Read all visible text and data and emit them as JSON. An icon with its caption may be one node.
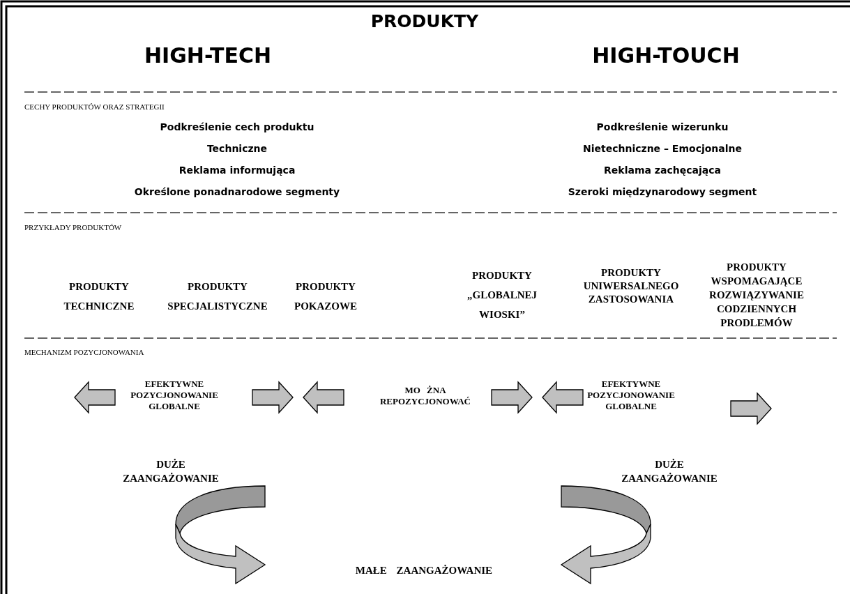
{
  "diagram": {
    "title": "PRODUKTY",
    "labels": [
      "HIGH-TECH",
      "HIGH-TOUCH",
      "CECHY PRODUKTÓW ORAZ STRATEGII",
      "Podkreślenie cech produktu",
      "Podkreślenie wizerunku",
      "Techniczne",
      "Nietechniczne – Emocjonalne",
      "Reklama informująca",
      "Reklama zachęcająca",
      "Określone ponadnarodowe segmenty",
      "Szeroki międzynarodowy segment",
      "PRZYKŁADY PRODUKTÓW",
      "PRODUKTY TECHNICZNE",
      "PRODUKTY SPECJALISTYCZNE",
      "PRODUKTY POKAZOWE",
      "PRODUKTY „GLOBALNEJ WIOSKI”",
      "PRODUKTY UNIWERSALNEGO ZASTOSOWANIA",
      "PRODUKTY WSPOMAGAJĄCE ROZWIĄZYWANIE CODZIENNYCH PRODLEMÓW",
      "MECHANIZM POZYCJONOWANIA",
      "EFEKTYWNE POZYCJONOWANIE GLOBALNE",
      "MO ŻNA REPOZYCJONOWAĆ",
      "EFEKTYWNE POZYCJONOWANIE GLOBALNE",
      "DUŻE ZAANGAŻOWANIE",
      "DUŻE ZAANGAŻOWANIE",
      "MAŁE ZAANGAŻOWANIE"
    ]
  }
}
